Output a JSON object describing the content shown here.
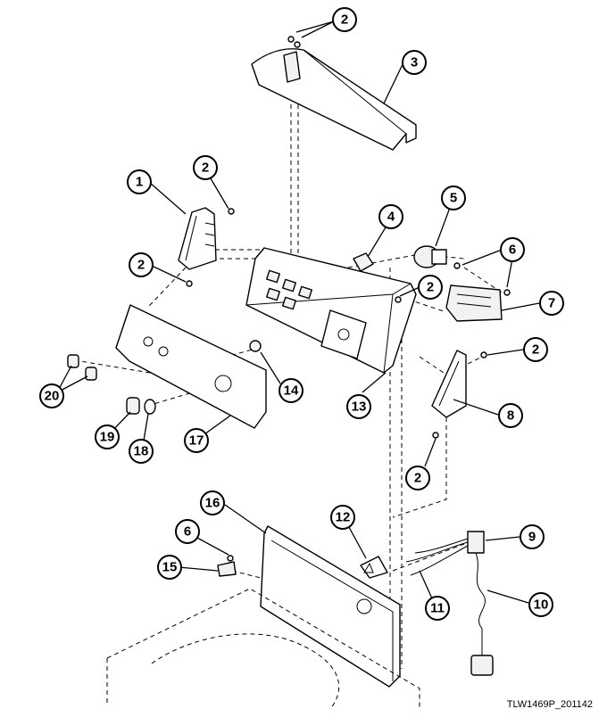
{
  "drawing_id": "TLW1469P_201142",
  "callouts": [
    {
      "n": "1",
      "key": "c1"
    },
    {
      "n": "2",
      "key": "c2a"
    },
    {
      "n": "2",
      "key": "c2b"
    },
    {
      "n": "2",
      "key": "c2c"
    },
    {
      "n": "2",
      "key": "c2d"
    },
    {
      "n": "2",
      "key": "c2e"
    },
    {
      "n": "2",
      "key": "c2f"
    },
    {
      "n": "3",
      "key": "c3"
    },
    {
      "n": "4",
      "key": "c4"
    },
    {
      "n": "5",
      "key": "c5"
    },
    {
      "n": "6",
      "key": "c6a"
    },
    {
      "n": "6",
      "key": "c6b"
    },
    {
      "n": "7",
      "key": "c7"
    },
    {
      "n": "8",
      "key": "c8"
    },
    {
      "n": "9",
      "key": "c9"
    },
    {
      "n": "10",
      "key": "c10"
    },
    {
      "n": "11",
      "key": "c11"
    },
    {
      "n": "12",
      "key": "c12"
    },
    {
      "n": "13",
      "key": "c13"
    },
    {
      "n": "14",
      "key": "c14"
    },
    {
      "n": "15",
      "key": "c15"
    },
    {
      "n": "16",
      "key": "c16"
    },
    {
      "n": "17",
      "key": "c17"
    },
    {
      "n": "18",
      "key": "c18"
    },
    {
      "n": "19",
      "key": "c19"
    },
    {
      "n": "20",
      "key": "c20"
    }
  ]
}
